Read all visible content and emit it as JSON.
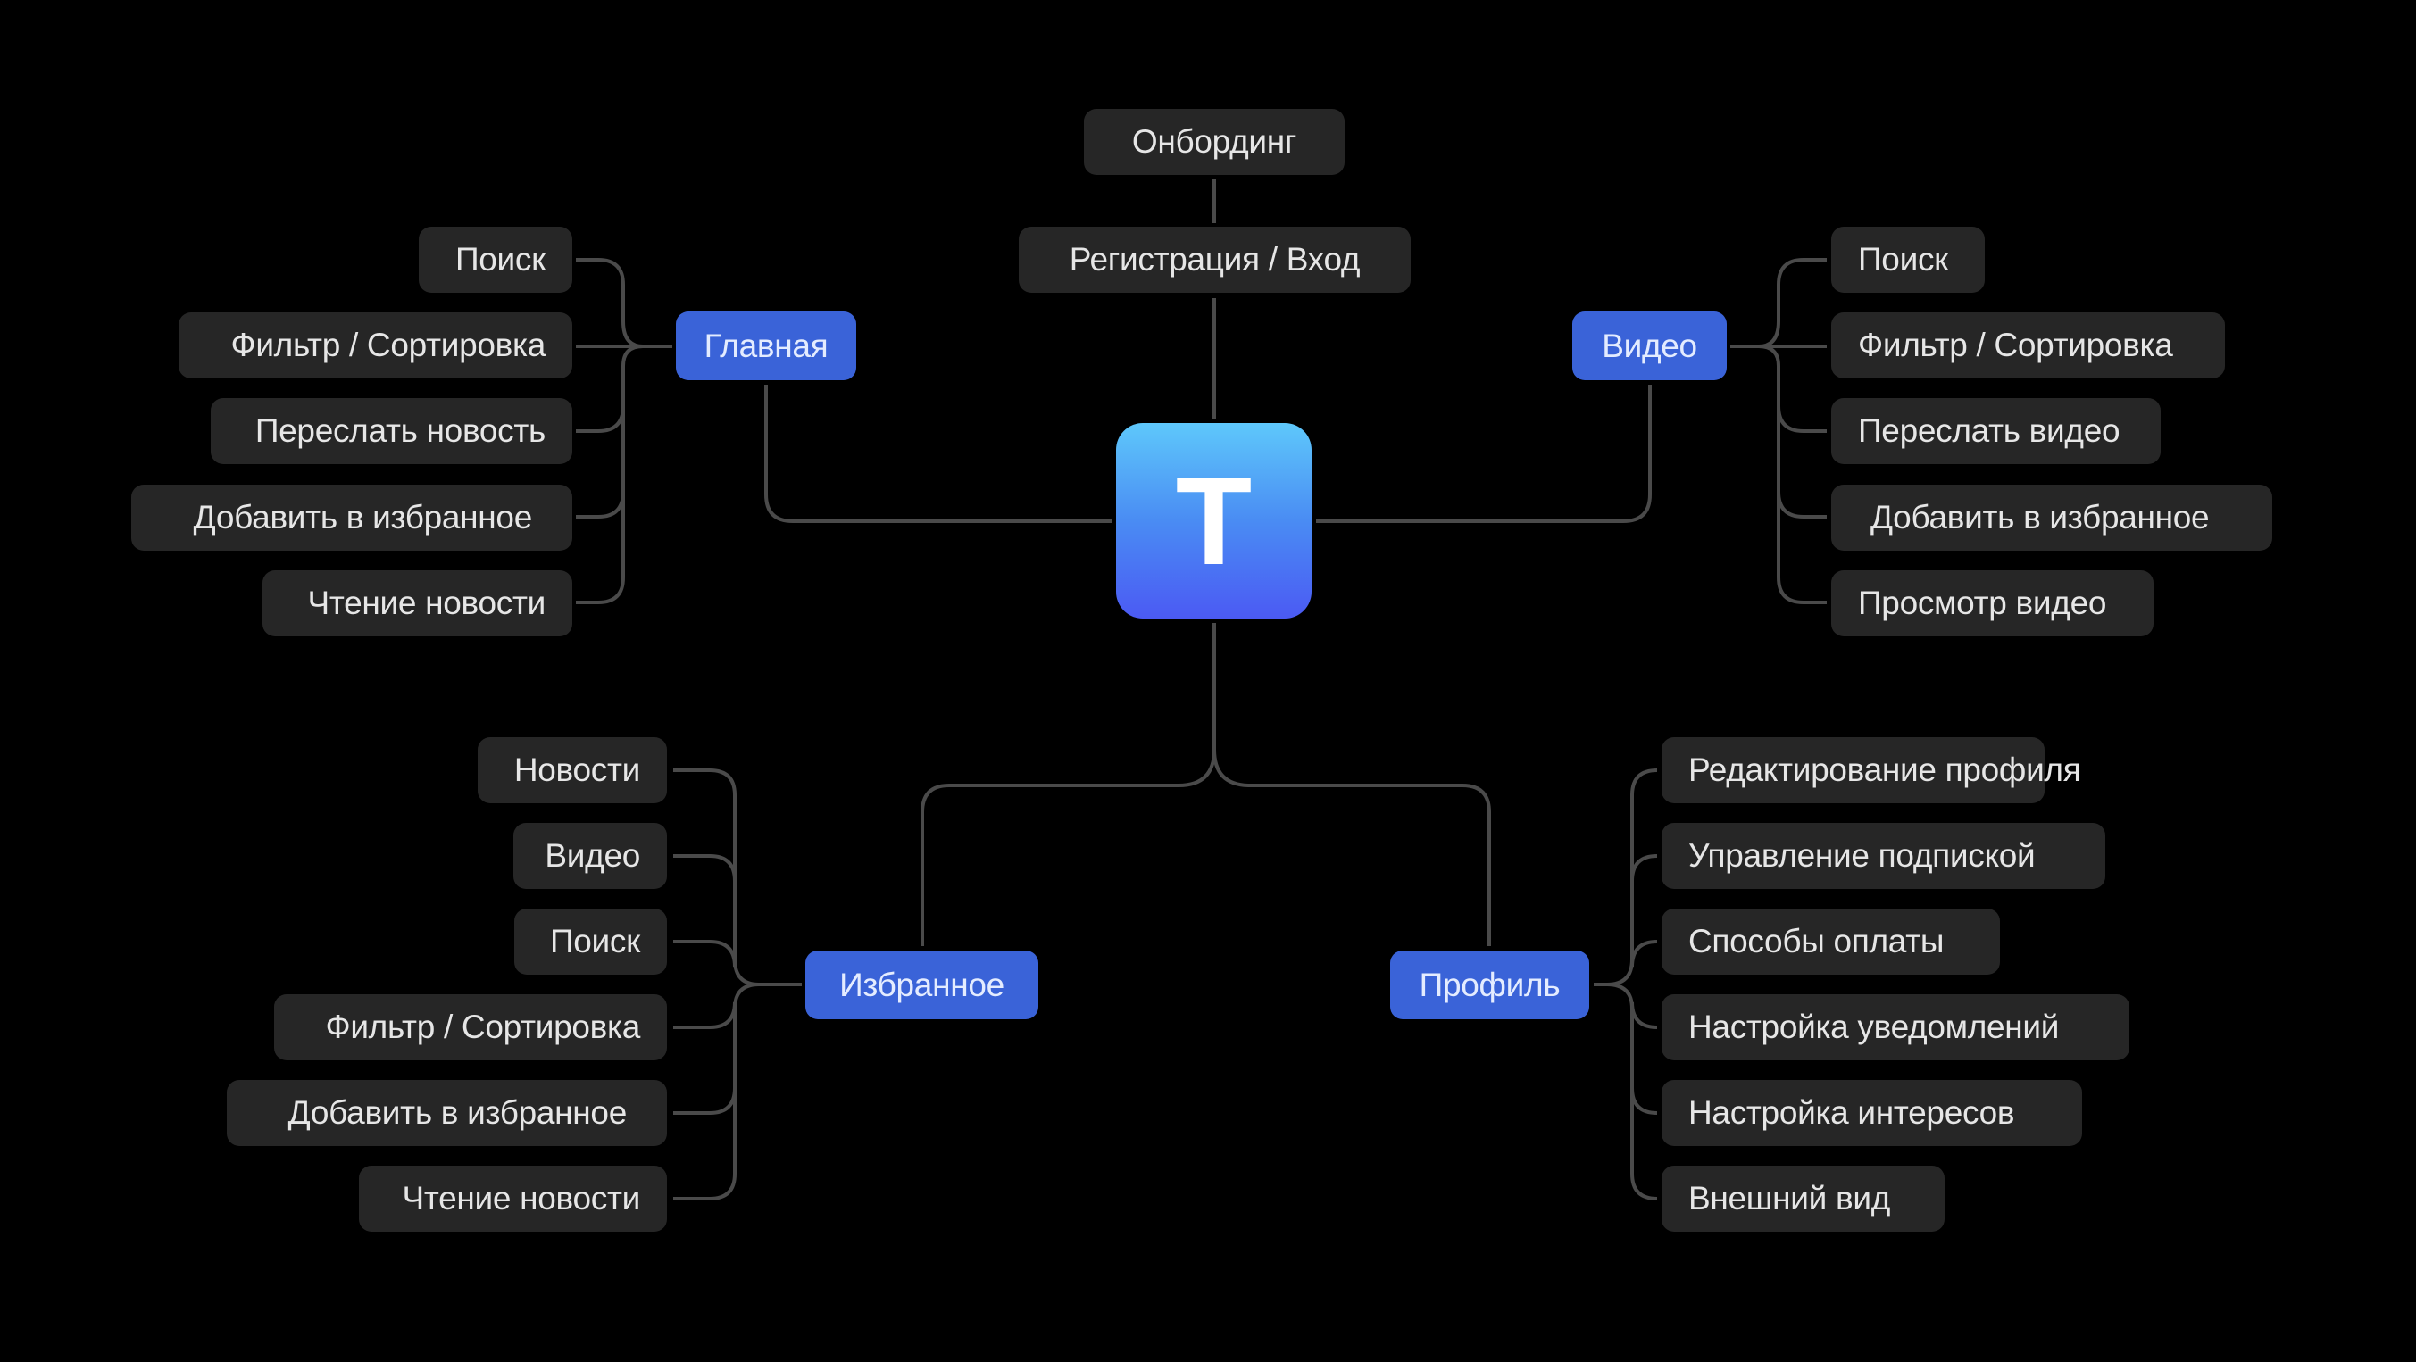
{
  "center": {
    "logo_letter": "T",
    "logo_gradient": [
      "#5ec8fb",
      "#4b5af3"
    ]
  },
  "colors": {
    "background": "#000000",
    "node": "#262626",
    "hub": "#3a63d8",
    "connector": "#4a4a4a",
    "text": "#e6e6e6"
  },
  "top": {
    "onboarding": "Онбординг",
    "auth": "Регистрация / Вход"
  },
  "home": {
    "label": "Главная",
    "items": [
      "Поиск",
      "Фильтр / Сортировка",
      "Переслать новость",
      "Добавить в избранное",
      "Чтение новости"
    ]
  },
  "video": {
    "label": "Видео",
    "items": [
      "Поиск",
      "Фильтр / Сортировка",
      "Переслать видео",
      "Добавить в избранное",
      "Просмотр видео"
    ]
  },
  "favorites": {
    "label": "Избранное",
    "items": [
      "Новости",
      "Видео",
      "Поиск",
      "Фильтр / Сортировка",
      "Добавить в избранное",
      "Чтение новости"
    ]
  },
  "profile": {
    "label": "Профиль",
    "items": [
      "Редактирование профиля",
      "Управление подпиской",
      "Способы оплаты",
      "Настройка уведомлений",
      "Настройка интересов",
      "Внешний вид"
    ]
  }
}
